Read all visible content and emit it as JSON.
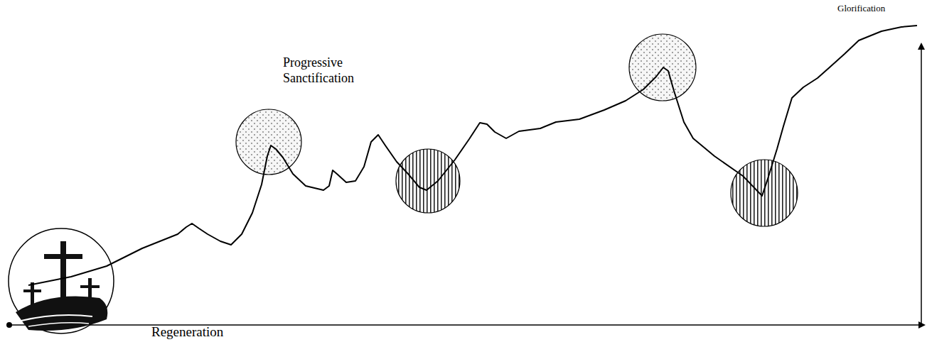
{
  "diagram": {
    "labels": [
      "Regeneration",
      "Progressive Sanctification",
      "Glorification"
    ]
  }
}
